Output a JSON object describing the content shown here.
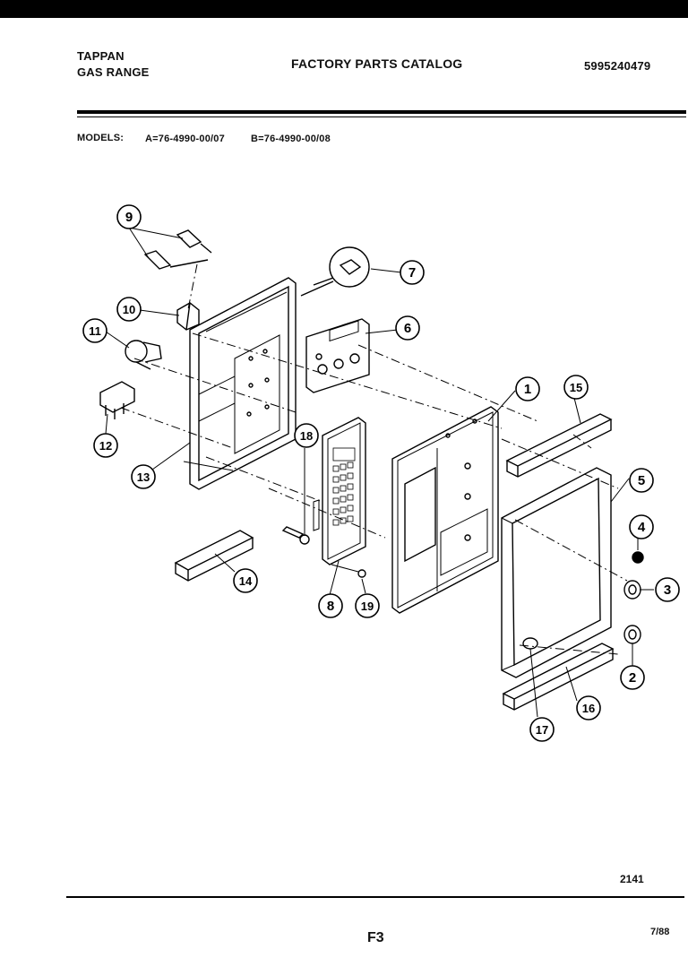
{
  "header": {
    "brand": "TAPPAN",
    "product": "GAS RANGE",
    "catalog_title": "FACTORY PARTS CATALOG",
    "catalog_number": "5995240479"
  },
  "models": {
    "label": "MODELS:",
    "model_a": "A=76-4990-00/07",
    "model_b": "B=76-4990-00/08"
  },
  "callouts": [
    "1",
    "2",
    "3",
    "4",
    "5",
    "6",
    "7",
    "8",
    "9",
    "10",
    "11",
    "12",
    "13",
    "14",
    "15",
    "16",
    "17",
    "18",
    "19"
  ],
  "footer": {
    "drawing_number": "2141",
    "page_code": "F3",
    "date": "7/88"
  }
}
